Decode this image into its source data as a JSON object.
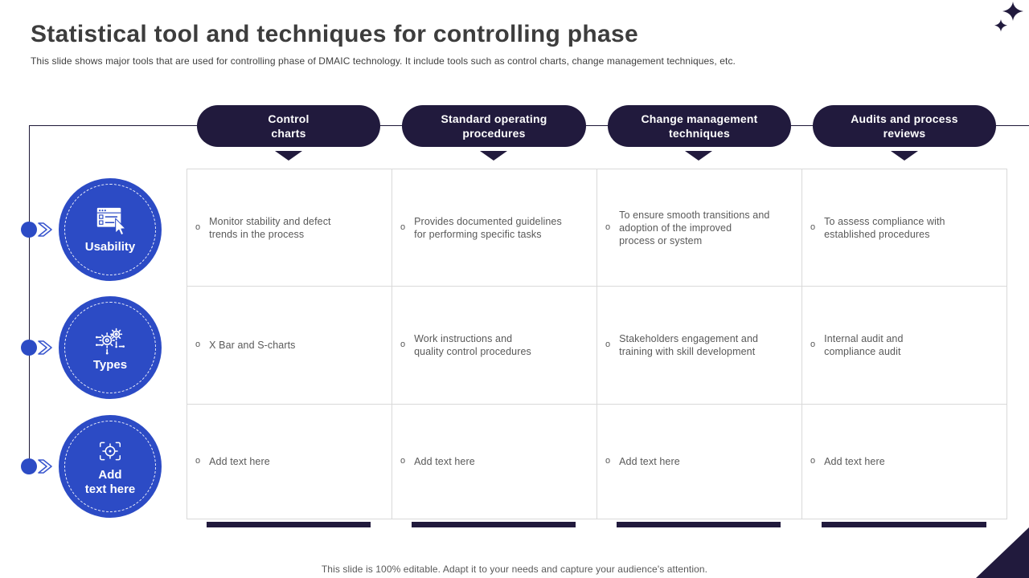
{
  "slide": {
    "title": "Statistical tool and techniques for controlling phase",
    "subtitle": "This slide shows major tools that are used for controlling phase of DMAIC technology. It include tools such as control charts, change management techniques, etc.",
    "footer": "This slide is 100% editable. Adapt it to your needs and capture your audience's attention."
  },
  "colors": {
    "navy": "#211a3d",
    "blue": "#2c4bc5",
    "grid_line": "#d9d9d9",
    "body_text": "#595959"
  },
  "bullet": "o",
  "columns": [
    {
      "label": "Control\ncharts"
    },
    {
      "label": "Standard operating\nprocedures"
    },
    {
      "label": "Change management\ntechniques"
    },
    {
      "label": "Audits and process\nreviews"
    }
  ],
  "rows": [
    {
      "label": "Usability",
      "icon": "checklist-window-icon",
      "cells": [
        "Monitor stability and defect\ntrends in the process",
        "Provides documented guidelines\nfor performing specific tasks",
        "To ensure smooth transitions and\nadoption of the improved\nprocess or system",
        "To assess compliance with\nestablished procedures"
      ]
    },
    {
      "label": "Types",
      "icon": "gears-network-icon",
      "cells": [
        "X Bar and S-charts",
        "Work instructions and\nquality control procedures",
        "Stakeholders engagement and\ntraining with skill development",
        "Internal audit and\ncompliance audit"
      ]
    },
    {
      "label": "Add\ntext here",
      "icon": "target-frame-icon",
      "cells": [
        "Add text here",
        "Add text here",
        "Add text here",
        "Add text here"
      ]
    }
  ]
}
